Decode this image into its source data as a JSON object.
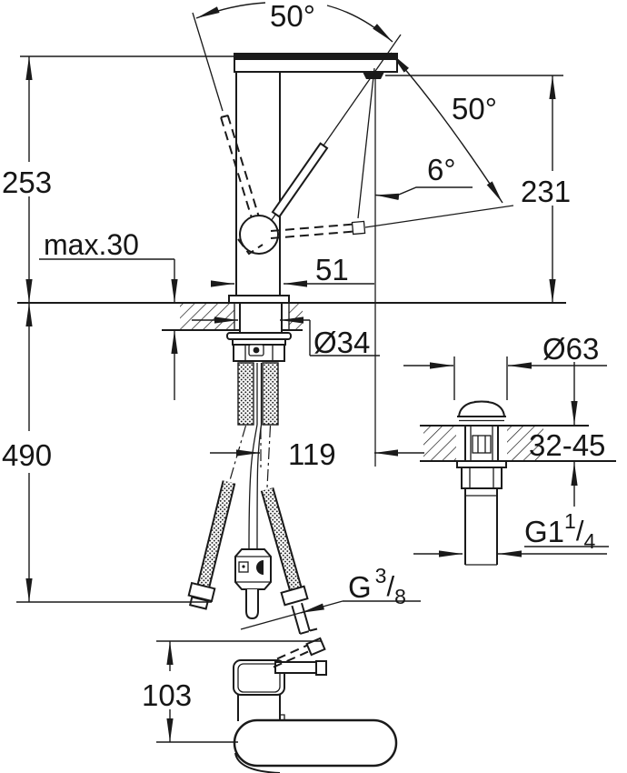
{
  "drawing": {
    "title": "faucet-installation-dimension-drawing",
    "colors": {
      "line": "#1a1a1a",
      "background": "#ffffff"
    },
    "angles": {
      "lever_arc_top": "50°",
      "lever_arc_right": "50°",
      "spout_tilt": "6°"
    },
    "dimensions": {
      "spout_top_height": "253",
      "outlet_height": "231",
      "below_deck_length": "490",
      "max_deck_thickness": "max.30",
      "spout_body_width": "51",
      "shank_diameter": "Ø34",
      "outlet_offset": "119",
      "waste_flange_diameter": "Ø63",
      "waste_deck_range": "32-45",
      "plan_view_depth": "103"
    },
    "threads": {
      "waste_thread": {
        "base": "G1",
        "sup": "1",
        "slash": "/",
        "sub": "4"
      },
      "supply_thread": {
        "base": "G",
        "sup": "3",
        "slash": "/",
        "sub": "8"
      }
    }
  }
}
